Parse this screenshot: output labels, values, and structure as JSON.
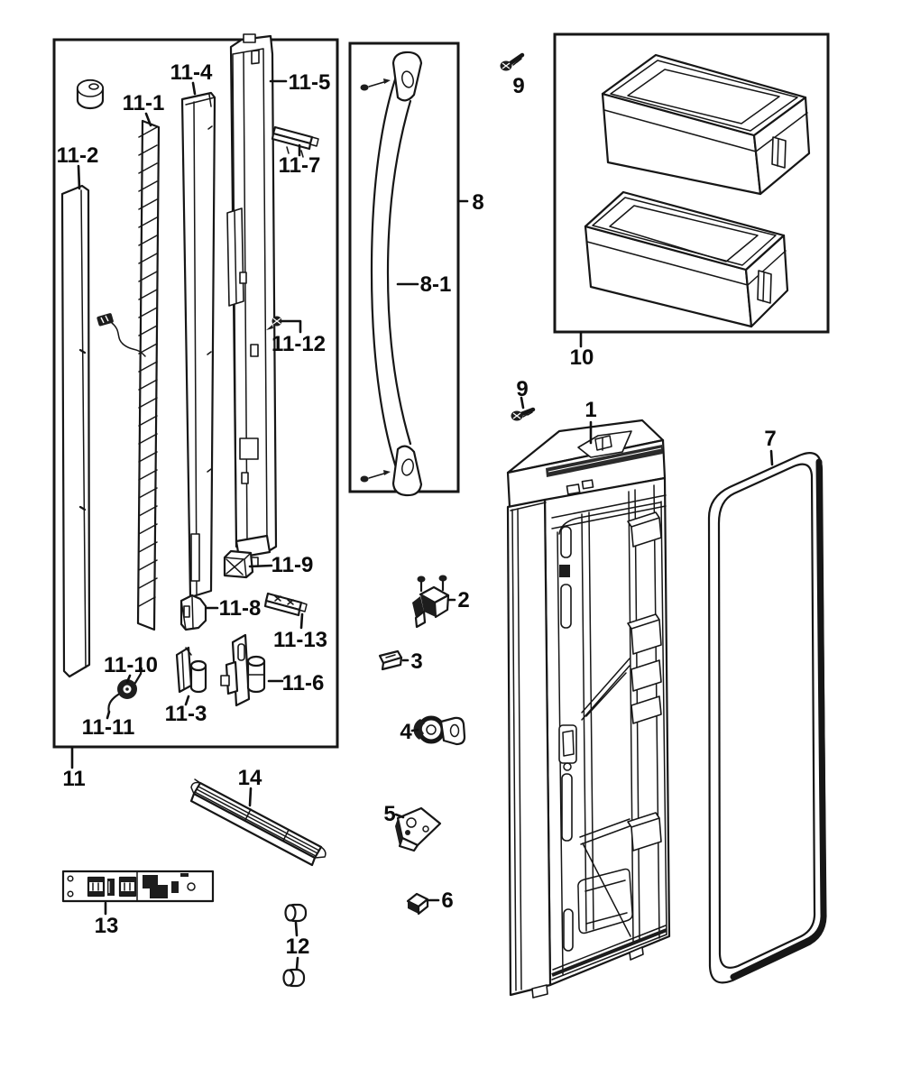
{
  "colors": {
    "ink": "#161616",
    "paper": "#ffffff"
  },
  "labels": {
    "p1": "1",
    "p2": "2",
    "p3": "3",
    "p4": "4",
    "p5": "5",
    "p6": "6",
    "p7": "7",
    "p8": "8",
    "p8_1": "8-1",
    "p9": "9",
    "p10": "10",
    "p11": "11",
    "p11_1": "11-1",
    "p11_2": "11-2",
    "p11_3": "11-3",
    "p11_4": "11-4",
    "p11_5": "11-5",
    "p11_6": "11-6",
    "p11_7": "11-7",
    "p11_8": "11-8",
    "p11_9": "11-9",
    "p11_10": "11-10",
    "p11_11": "11-11",
    "p11_12": "11-12",
    "p11_13": "11-13",
    "p12": "12",
    "p13": "13",
    "p14": "14"
  }
}
